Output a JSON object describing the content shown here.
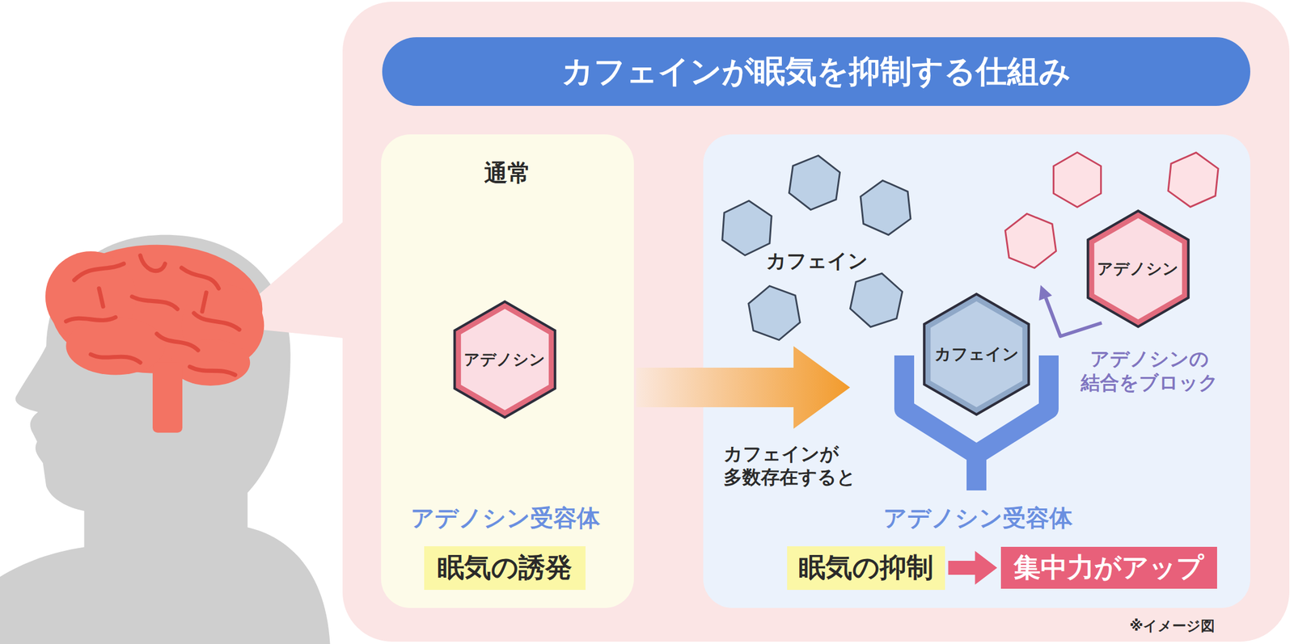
{
  "diagram": {
    "title": "カフェインが眠気を抑制する仕組み",
    "nodes": [
      {
        "text": [
          "カフェインが眠気を抑制する仕組み"
        ]
      },
      {
        "text": [
          "通常"
        ]
      },
      {
        "text": [
          "アデノシン"
        ],
        "in": 1
      },
      {
        "text": [
          "眠気の誘発"
        ],
        "in": 1
      },
      {
        "text": [
          "カフェイン"
        ]
      },
      {
        "text": [
          "アデノシン"
        ]
      },
      {
        "text": [
          "眠気の抑制"
        ]
      },
      {
        "text": [
          "集中力がアップ"
        ]
      }
    ],
    "edges": [
      {
        "from": 6,
        "to": 7,
        "arrow": "to"
      }
    ],
    "labels": [
      "アデノシン受容体",
      "カフェイン",
      "カフェインが 多数存在すると",
      "アデノシン受容体",
      "アデノシンの 結合をブロック",
      "※イメージ図"
    ]
  }
}
